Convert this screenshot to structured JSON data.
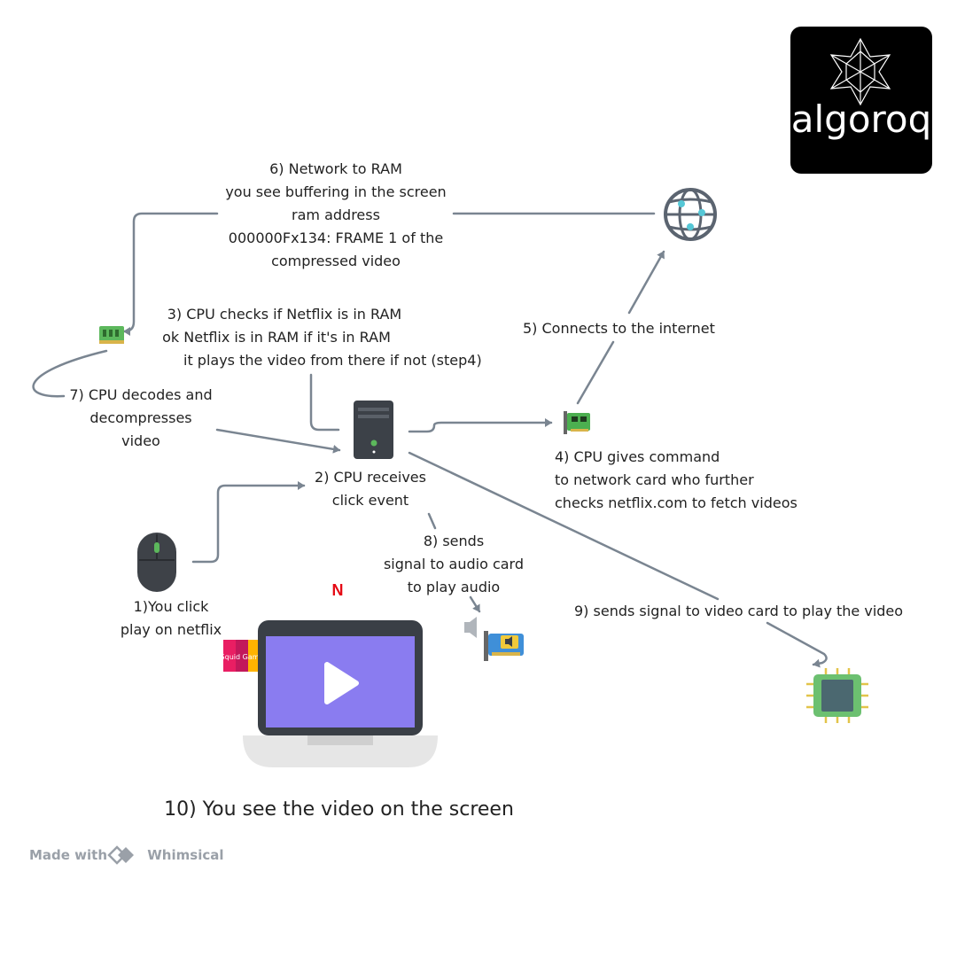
{
  "logo": {
    "text": "algoroq",
    "icon": "star-polyhedron-icon"
  },
  "steps": {
    "s1": [
      "1)You click",
      "play on netflix"
    ],
    "s2": [
      "2) CPU receives",
      "click event"
    ],
    "s3": [
      "3) CPU checks if Netflix is in RAM",
      "ok Netflix is in RAM if it's in RAM",
      "it plays the video from there if not (step4)"
    ],
    "s4": [
      "4) CPU gives command",
      "to network card who further",
      "checks netflix.com to fetch videos"
    ],
    "s5": "5) Connects to the internet",
    "s6": [
      "6) Network to RAM",
      "you see buffering in the screen",
      "ram address",
      "000000Fx134: FRAME 1 of the",
      "compressed video"
    ],
    "s7": [
      "7) CPU decodes and",
      "decompresses",
      "video"
    ],
    "s8": [
      "8) sends",
      "signal to audio card",
      "to play audio"
    ],
    "s9": "9) sends signal to video card to play the video",
    "s10": "10) You see the video on the screen"
  },
  "footer": {
    "made_with": "Made with",
    "brand": "Whimsical"
  },
  "netflix_mark": "N",
  "thumbnail_text": "Squid Game",
  "colors": {
    "line": "#7a8591",
    "ram_green": "#5cb85c",
    "screen_purple": "#8a7cf0",
    "chip_green": "#6cc070",
    "netflix_red": "#e50914"
  }
}
